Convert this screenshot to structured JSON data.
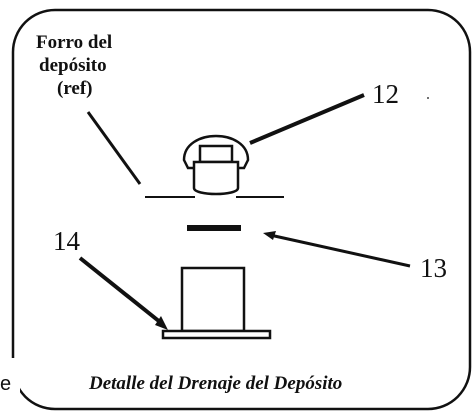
{
  "labels": {
    "tank_liner_line1": "Forro del",
    "tank_liner_line2": "depósito",
    "tank_liner_line3": "(ref)",
    "part_12": "12",
    "part_13": "13",
    "part_14": "14",
    "caption": "Detalle del Drenaje del Depósito",
    "edge_fragment": "e"
  },
  "colors": {
    "ink": "#111111",
    "frame": "#111111",
    "background": "#ffffff"
  }
}
